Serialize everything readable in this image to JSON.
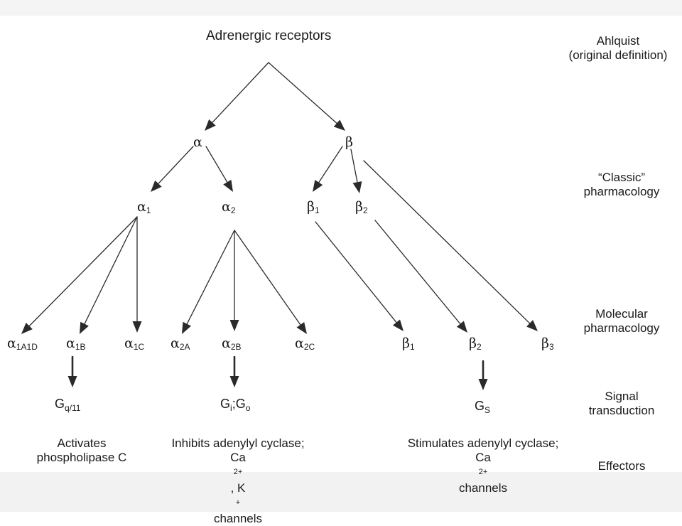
{
  "root": {
    "label": "Adrenergic receptors"
  },
  "levels": {
    "ahlquist": [
      "Ahlquist",
      "(original definition)"
    ],
    "classic": [
      "“Classic”",
      "pharmacology"
    ],
    "molecular": [
      "Molecular",
      "pharmacology"
    ],
    "signal": [
      "Signal",
      "transduction"
    ],
    "effectors": [
      "Effectors"
    ]
  },
  "nodes": {
    "alpha": {
      "greek": "α",
      "sub": ""
    },
    "beta": {
      "greek": "β",
      "sub": ""
    },
    "alpha1": {
      "greek": "α",
      "sub": "1"
    },
    "alpha2": {
      "greek": "α",
      "sub": "2"
    },
    "beta1": {
      "greek": "β",
      "sub": "1"
    },
    "beta2": {
      "greek": "β",
      "sub": "2"
    },
    "alpha1A1D": {
      "greek": "α",
      "sub": "1A1D"
    },
    "alpha1B": {
      "greek": "α",
      "sub": "1B"
    },
    "alpha1C": {
      "greek": "α",
      "sub": "1C"
    },
    "alpha2A": {
      "greek": "α",
      "sub": "2A"
    },
    "alpha2B": {
      "greek": "α",
      "sub": "2B"
    },
    "alpha2C": {
      "greek": "α",
      "sub": "2C"
    },
    "beta1m": {
      "greek": "β",
      "sub": "1"
    },
    "beta2m": {
      "greek": "β",
      "sub": "2"
    },
    "beta3m": {
      "greek": "β",
      "sub": "3"
    }
  },
  "gproteins": {
    "gq": {
      "main": "G",
      "sub": "q/11"
    },
    "gio": {
      "g1": "G",
      "sub1": "i",
      "sep": ";",
      "g2": "G",
      "sub2": "o"
    },
    "gs": {
      "main": "G",
      "sub": "S"
    }
  },
  "effectors": {
    "plc": [
      "Activates",
      "phospholipase C"
    ],
    "inhibits": {
      "line1": "Inhibits adenylyl cyclase;",
      "ca": "Ca",
      "ca_sup": "2+",
      "mid": ", K",
      "k_sup": "+",
      "tail": " channels"
    },
    "stimulates": {
      "line1": "Stimulates adenylyl cyclase;",
      "ca": "Ca",
      "ca_sup": "2+",
      "tail": " channels"
    }
  },
  "colors": {
    "arrow": "#2a2a2a",
    "text": "#1a1a1a",
    "band": "#f3f3f3"
  }
}
